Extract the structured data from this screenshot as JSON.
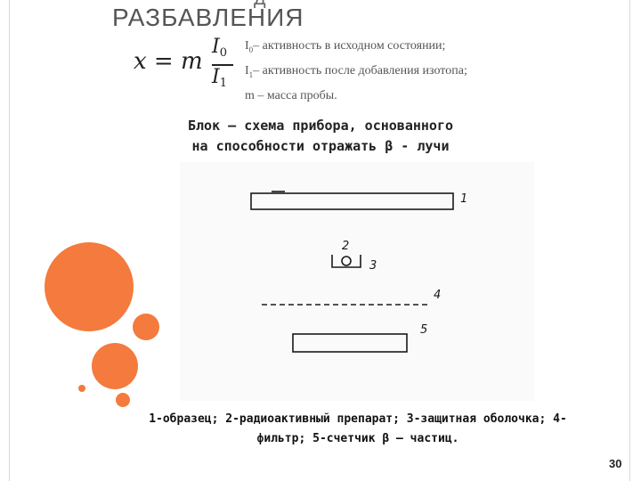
{
  "slide": {
    "title": "РАЗБАВЛЕНИЯ",
    "title_fragment": "Д",
    "formula": {
      "lhs": "x = m",
      "numerator": "I",
      "numerator_sub": "0",
      "denominator": "I",
      "denominator_sub": "1"
    },
    "definitions": [
      {
        "symbol": "I",
        "sub": "0",
        "text": "– активность в исходном состоянии;"
      },
      {
        "symbol": "I",
        "sub": "1",
        "text": "– активность после добавления изотопа;"
      },
      {
        "symbol": "m",
        "sub": "",
        "text": " – масса пробы."
      }
    ],
    "subtitle_line1": "Блок – схема прибора, основанного",
    "subtitle_line2": "на способности отражать β - лучи",
    "diagram_labels": [
      "1",
      "2",
      "3",
      "4",
      "5"
    ],
    "caption_line1": "1-образец; 2-радиоактивный препарат; 3-защитная оболочка; 4-",
    "caption_line2": "фильтр; 5-счетчик β – частиц.",
    "page_number": "30"
  },
  "colors": {
    "accent_circles": "#f47a3d",
    "text": "#222222"
  }
}
